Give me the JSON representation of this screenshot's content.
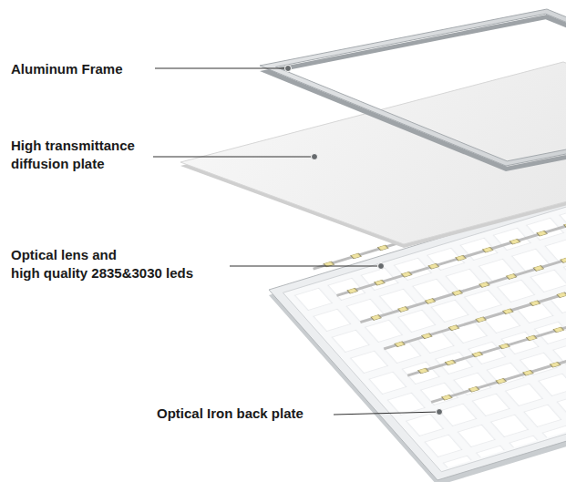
{
  "diagram": {
    "labels": [
      "Aluminum Frame",
      "High transmittance diffusion plate",
      "Optical lens and high quality 2835&3030 leds",
      "Optical Iron back plate"
    ]
  }
}
